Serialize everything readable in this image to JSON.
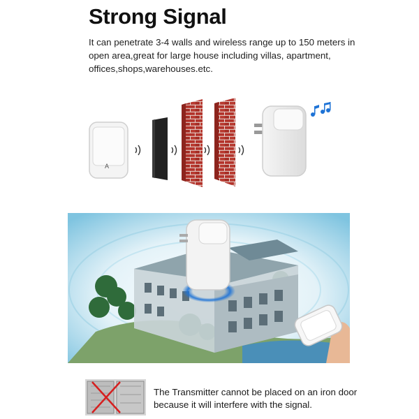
{
  "heading": "Strong Signal",
  "description": "It can penetrate 3-4 walls and wireless range up to  150 meters in open area,great for large house including villas, apartment, offices,shops,warehouses.etc.",
  "warning": "The Transmitter cannot be placed on an iron door because it will interfere with the signal.",
  "button_letter": "A",
  "colors": {
    "brick": "#b3332b",
    "mortar": "#e8dcd6",
    "signal_blue": "#1e73d6",
    "house_wall": "#c9d4d8"
  },
  "icons": [
    "signal-waves-icon",
    "music-notes-icon",
    "no-entry-cross-icon"
  ]
}
